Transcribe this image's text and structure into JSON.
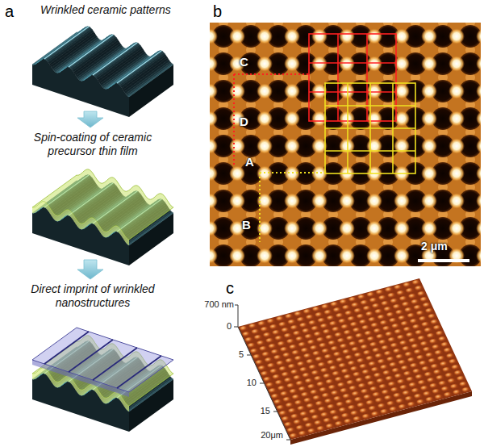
{
  "diagram": {
    "labels": [
      "a",
      "Wrinkled ceramic patterns",
      "Spin-coating of ceramic precursor thin film",
      "Direct imprint of wrinkled nanostructures",
      "b",
      "C",
      "D",
      "A",
      "B",
      "2 μm",
      "c",
      "700 nm",
      "0",
      "5",
      "10",
      "15",
      "20μm"
    ]
  }
}
